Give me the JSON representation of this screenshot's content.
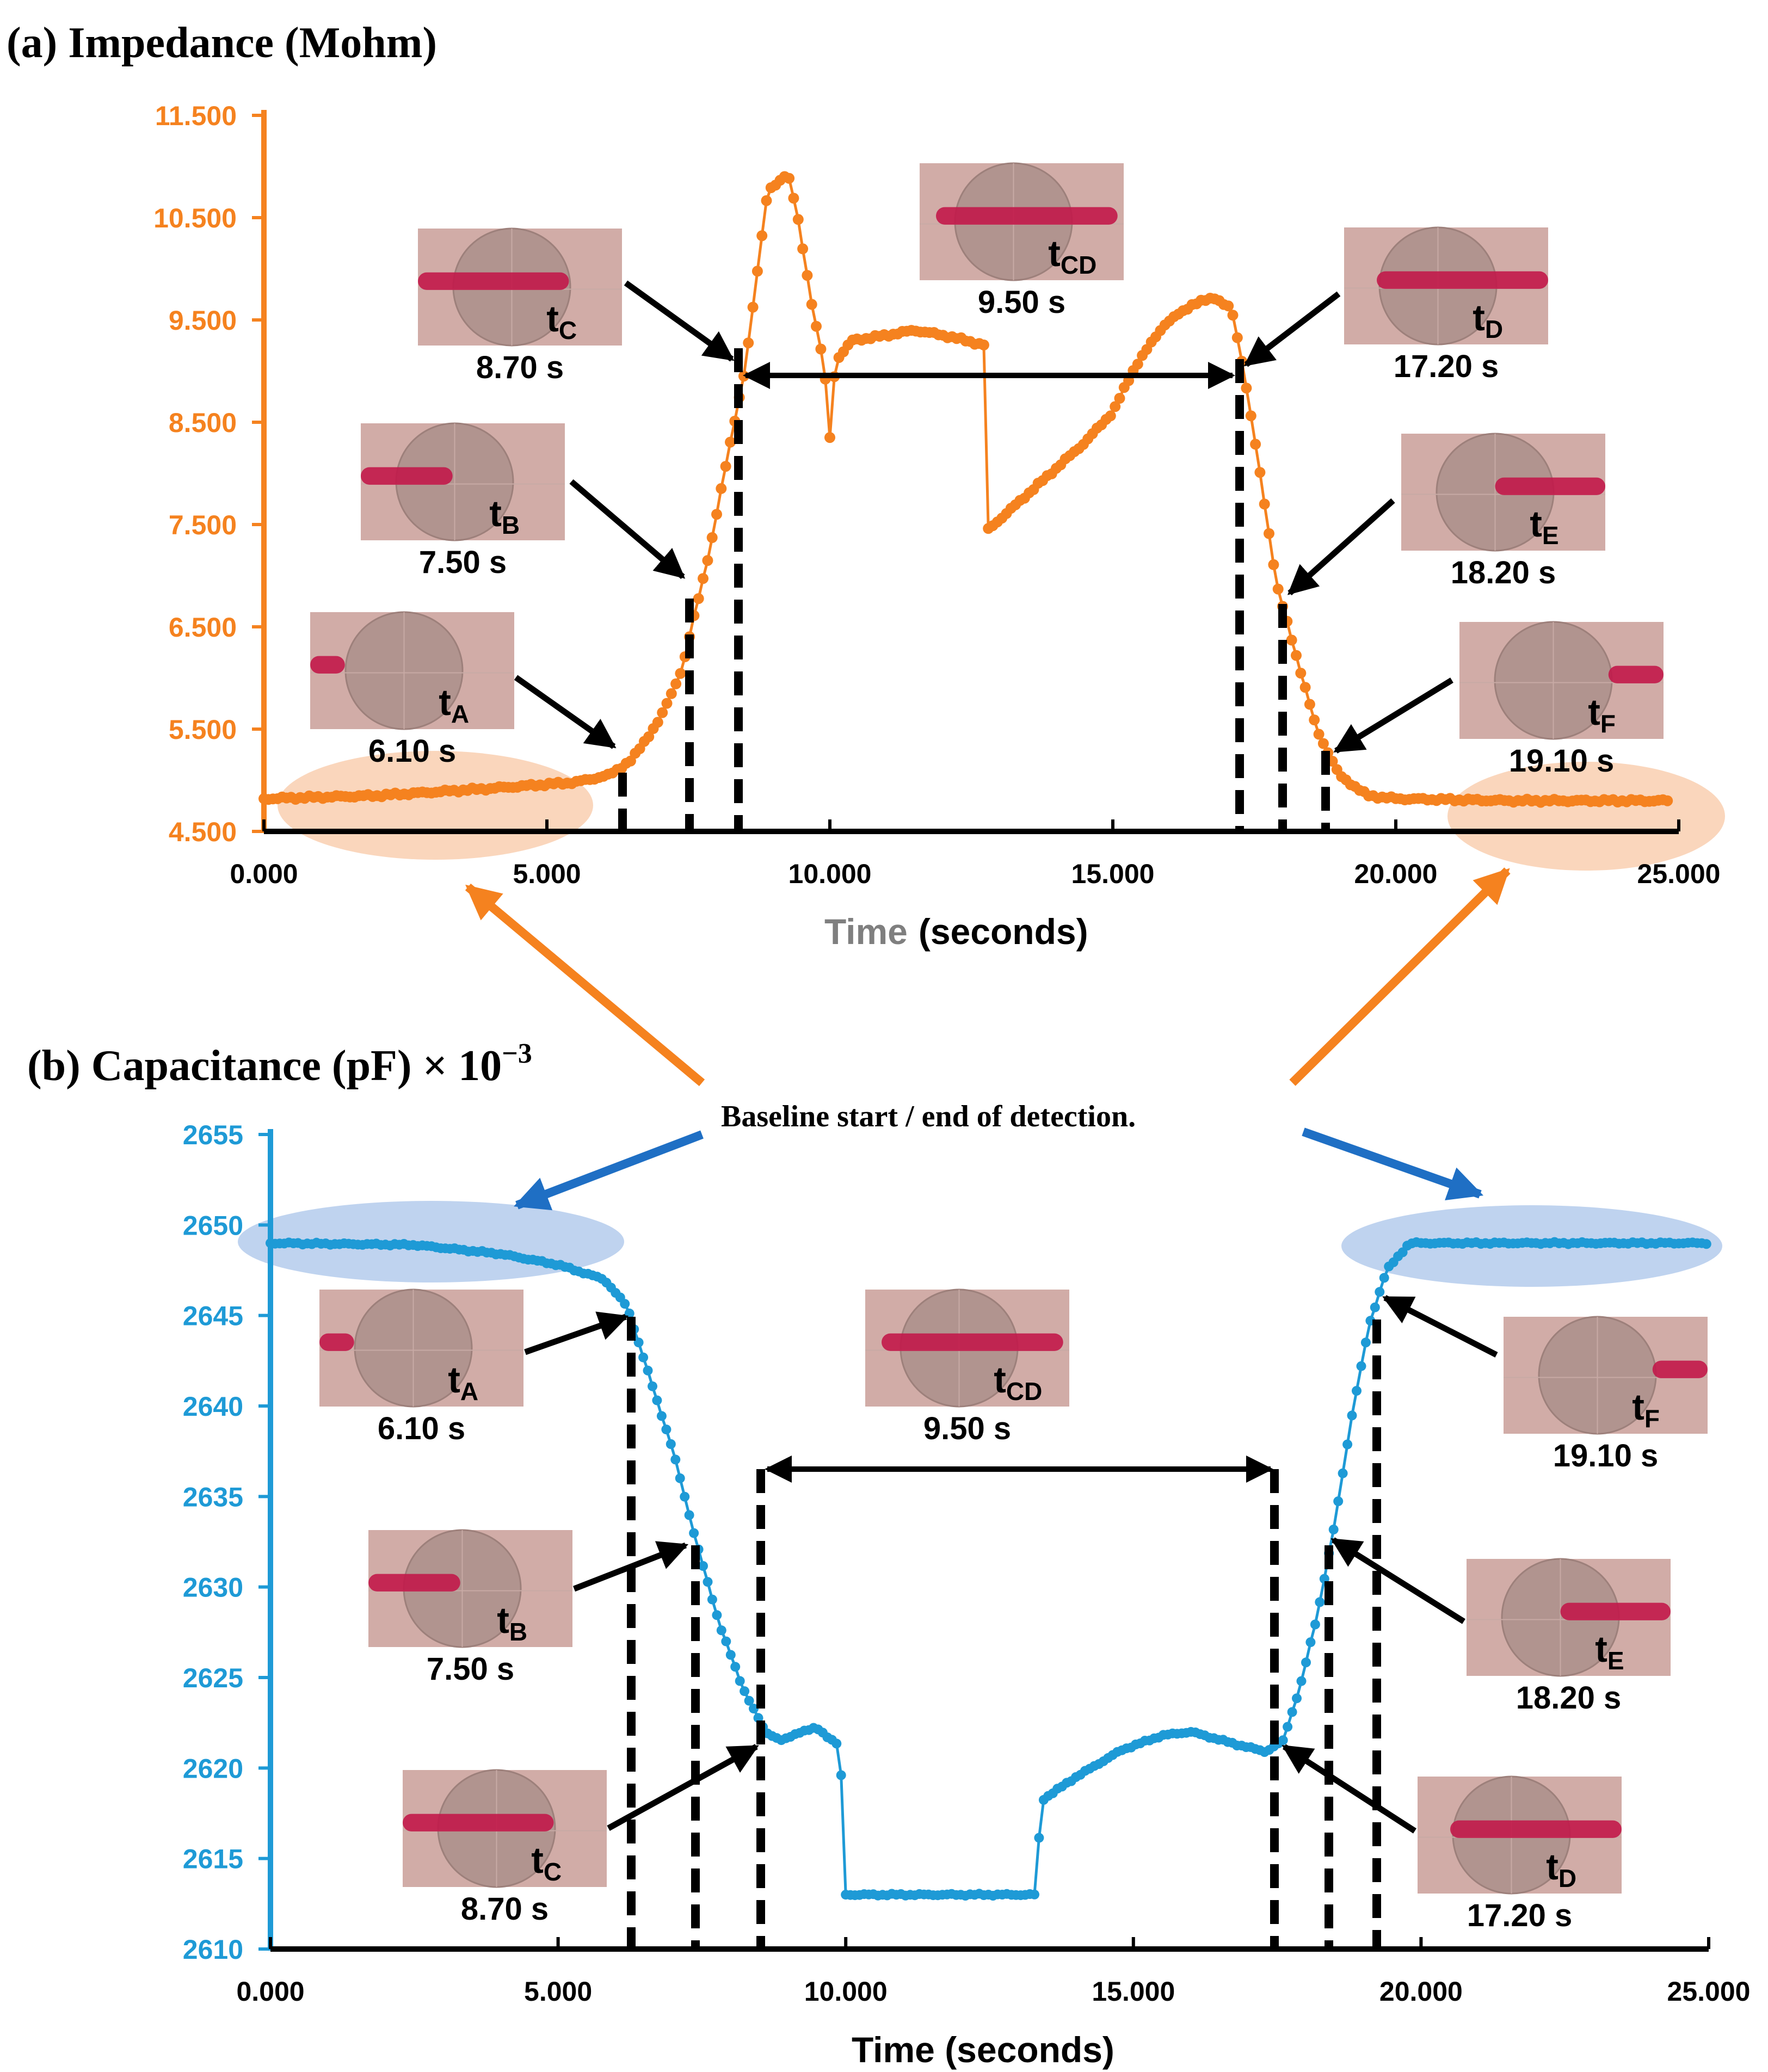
{
  "figure": {
    "panel_a_title": "(a) Impedance (Mohm)",
    "panel_b_title_main": "(b) Capacitance (pF) × 10",
    "panel_b_title_sup": "−3",
    "callout": "Baseline start / end of detection."
  },
  "colors": {
    "impedance": "#F5821F",
    "capacitance": "#1E9AD6",
    "baseline_ellipse_a": "#F8C8A6",
    "baseline_ellipse_b": "#A9C4EA",
    "arrow_orange": "#F5821F",
    "arrow_blue": "#1F6FC4",
    "marker": "#000000",
    "photo_bg": "#C9A39E",
    "photo_channel": "#C2184A"
  },
  "chart_data": [
    {
      "type": "line",
      "title": "(a) Impedance (Mohm)",
      "xlabel_part1": "Time",
      "xlabel_part2": "(seconds)",
      "ylabel": "",
      "xlim": [
        0,
        25
      ],
      "ylim": [
        4.5,
        11.5
      ],
      "x_ticks": [
        "0.000",
        "5.000",
        "10.000",
        "15.000",
        "20.000",
        "25.000"
      ],
      "y_ticks": [
        "4.500",
        "5.500",
        "6.500",
        "7.500",
        "8.500",
        "9.500",
        "10.500",
        "11.500"
      ],
      "series_key_points": [
        [
          0.0,
          4.82
        ],
        [
          2.0,
          4.85
        ],
        [
          4.0,
          4.92
        ],
        [
          5.5,
          4.98
        ],
        [
          6.1,
          5.05
        ],
        [
          6.5,
          5.2
        ],
        [
          7.0,
          5.6
        ],
        [
          7.4,
          6.1
        ],
        [
          7.6,
          6.6
        ],
        [
          7.9,
          7.3
        ],
        [
          8.2,
          8.2
        ],
        [
          8.5,
          9.0
        ],
        [
          8.7,
          9.9
        ],
        [
          8.9,
          10.75
        ],
        [
          9.1,
          10.85
        ],
        [
          9.25,
          10.95
        ],
        [
          9.4,
          10.6
        ],
        [
          9.7,
          9.6
        ],
        [
          9.9,
          9.05
        ],
        [
          10.0,
          8.35
        ],
        [
          10.1,
          9.1
        ],
        [
          10.4,
          9.3
        ],
        [
          11.0,
          9.35
        ],
        [
          11.5,
          9.4
        ],
        [
          12.0,
          9.35
        ],
        [
          12.4,
          9.3
        ],
        [
          12.75,
          9.25
        ],
        [
          12.8,
          7.45
        ],
        [
          13.2,
          7.65
        ],
        [
          13.8,
          7.95
        ],
        [
          14.5,
          8.3
        ],
        [
          15.0,
          8.6
        ],
        [
          15.4,
          9.05
        ],
        [
          15.9,
          9.45
        ],
        [
          16.4,
          9.65
        ],
        [
          16.8,
          9.72
        ],
        [
          17.1,
          9.6
        ],
        [
          17.3,
          9.05
        ],
        [
          17.6,
          8.0
        ],
        [
          17.9,
          6.9
        ],
        [
          18.2,
          6.3
        ],
        [
          18.6,
          5.5
        ],
        [
          19.0,
          5.05
        ],
        [
          19.5,
          4.85
        ],
        [
          20.0,
          4.82
        ],
        [
          22.0,
          4.8
        ],
        [
          24.0,
          4.8
        ],
        [
          24.8,
          4.8
        ]
      ],
      "markers": [
        {
          "label": "t",
          "sub": "A",
          "time": "6.10 s",
          "x": 6.1
        },
        {
          "label": "t",
          "sub": "B",
          "time": "7.50 s",
          "x": 7.5
        },
        {
          "label": "t",
          "sub": "C",
          "time": "8.70 s",
          "x": 8.7
        },
        {
          "label": "t",
          "sub": "CD",
          "time": "9.50 s",
          "x": 12.8
        },
        {
          "label": "t",
          "sub": "D",
          "time": "17.20 s",
          "x": 17.3
        },
        {
          "label": "t",
          "sub": "E",
          "time": "18.20 s",
          "x": 18.1
        },
        {
          "label": "t",
          "sub": "F",
          "time": "19.10 s",
          "x": 18.9
        }
      ]
    },
    {
      "type": "line",
      "title": "(b) Capacitance (pF) × 10−3",
      "xlabel": "Time (seconds)",
      "ylabel": "",
      "xlim": [
        0,
        25
      ],
      "ylim": [
        2610,
        2655
      ],
      "x_ticks": [
        "0.000",
        "5.000",
        "10.000",
        "15.000",
        "20.000",
        "25.000"
      ],
      "y_ticks": [
        "2610",
        "2615",
        "2620",
        "2625",
        "2630",
        "2635",
        "2640",
        "2645",
        "2650",
        "2655"
      ],
      "series_key_points": [
        [
          0.0,
          2649.0
        ],
        [
          2.5,
          2648.9
        ],
        [
          4.0,
          2648.4
        ],
        [
          5.0,
          2647.8
        ],
        [
          5.8,
          2647.0
        ],
        [
          6.2,
          2645.5
        ],
        [
          6.5,
          2642.5
        ],
        [
          7.0,
          2637.5
        ],
        [
          7.4,
          2632.5
        ],
        [
          7.8,
          2628.0
        ],
        [
          8.2,
          2624.5
        ],
        [
          8.6,
          2622.0
        ],
        [
          8.9,
          2621.5
        ],
        [
          9.2,
          2622.0
        ],
        [
          9.5,
          2622.2
        ],
        [
          9.9,
          2621.2
        ],
        [
          10.0,
          2613.0
        ],
        [
          11.0,
          2613.0
        ],
        [
          12.0,
          2613.0
        ],
        [
          13.3,
          2613.0
        ],
        [
          13.4,
          2618.2
        ],
        [
          14.0,
          2619.5
        ],
        [
          14.8,
          2621.0
        ],
        [
          15.5,
          2621.8
        ],
        [
          16.0,
          2622.0
        ],
        [
          16.8,
          2621.3
        ],
        [
          17.3,
          2620.9
        ],
        [
          17.6,
          2621.5
        ],
        [
          17.9,
          2624.5
        ],
        [
          18.2,
          2628.5
        ],
        [
          18.5,
          2633.5
        ],
        [
          18.8,
          2639.5
        ],
        [
          19.1,
          2644.5
        ],
        [
          19.4,
          2647.5
        ],
        [
          19.8,
          2649.0
        ],
        [
          21.0,
          2649.0
        ],
        [
          23.0,
          2649.0
        ],
        [
          25.0,
          2649.0
        ]
      ],
      "markers": [
        {
          "label": "t",
          "sub": "A",
          "time": "6.10 s",
          "x": 6.2
        },
        {
          "label": "t",
          "sub": "B",
          "time": "7.50 s",
          "x": 7.4
        },
        {
          "label": "t",
          "sub": "C",
          "time": "8.70 s",
          "x": 8.7
        },
        {
          "label": "t",
          "sub": "CD",
          "time": "9.50 s",
          "x": 13.1
        },
        {
          "label": "t",
          "sub": "D",
          "time": "17.20 s",
          "x": 17.4
        },
        {
          "label": "t",
          "sub": "E",
          "time": "18.20 s",
          "x": 18.4
        },
        {
          "label": "t",
          "sub": "F",
          "time": "19.10 s",
          "x": 19.2
        }
      ]
    }
  ]
}
